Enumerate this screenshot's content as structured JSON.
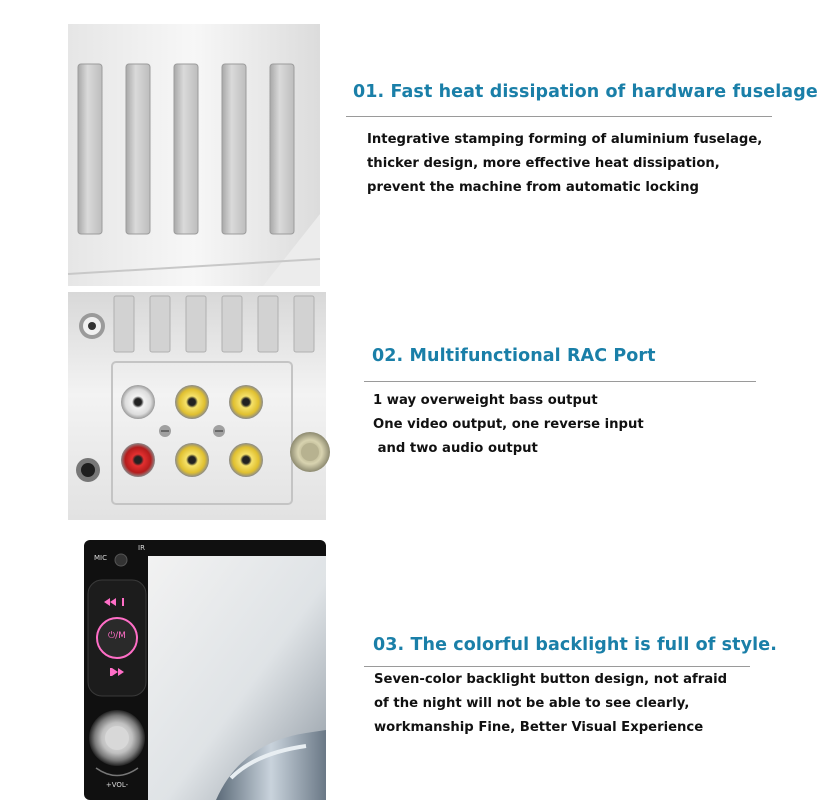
{
  "features": [
    {
      "heading": "01. Fast heat dissipation of hardware fuselage",
      "lines": [
        "Integrative stamping forming of aluminium fuselage,",
        "thicker design, more effective heat dissipation,",
        "prevent the machine from automatic locking"
      ]
    },
    {
      "heading": "02. Multifunctional RAC Port",
      "lines": [
        "1 way overweight bass output",
        "One video output, one reverse input",
        " and two audio output"
      ]
    },
    {
      "heading": "03. The colorful backlight is full of style.",
      "lines": [
        "Seven-color backlight button design, not afraid",
        "of the night will not be able to see clearly,",
        "workmanship Fine, Better Visual Experience"
      ]
    }
  ],
  "device_labels": {
    "mic": "MIC",
    "ir": "IR",
    "power_mode": "⏻/M",
    "volume": "+VOL-"
  },
  "colors": {
    "heading": "#1a7fa8",
    "text": "#111111",
    "button_glow": "#ff6ec7"
  }
}
